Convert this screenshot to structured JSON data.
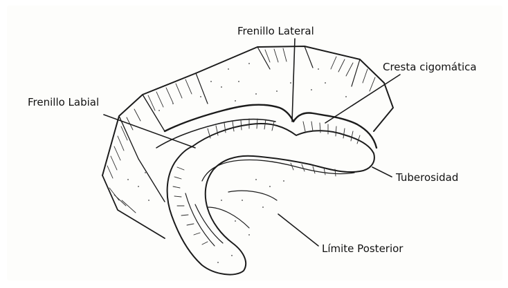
{
  "labels": {
    "frenillo_lateral": "Frenillo Lateral",
    "cresta_cigomatica": "Cresta cigomática",
    "frenillo_labial": "Frenillo Labial",
    "tuberosidad": "Tuberosidad",
    "limite_posterior": "Límite Posterior"
  },
  "colors": {
    "background": "#ffffff",
    "panel": "#fdfdfb",
    "ink": "#1b1b1b"
  }
}
